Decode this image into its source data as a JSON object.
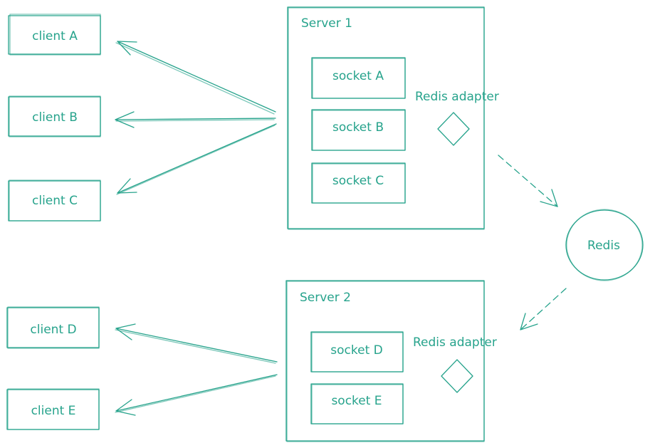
{
  "colors": {
    "ink": "#27a38c",
    "background": "#ffffff"
  },
  "clients": {
    "a": "client A",
    "b": "client B",
    "c": "client C",
    "d": "client D",
    "e": "client E"
  },
  "server1": {
    "title": "Server 1",
    "sockets": [
      "socket A",
      "socket B",
      "socket C"
    ],
    "adapter": "Redis adapter"
  },
  "server2": {
    "title": "Server 2",
    "sockets": [
      "socket D",
      "socket E"
    ],
    "adapter": "Redis adapter"
  },
  "redis": {
    "label": "Redis"
  }
}
